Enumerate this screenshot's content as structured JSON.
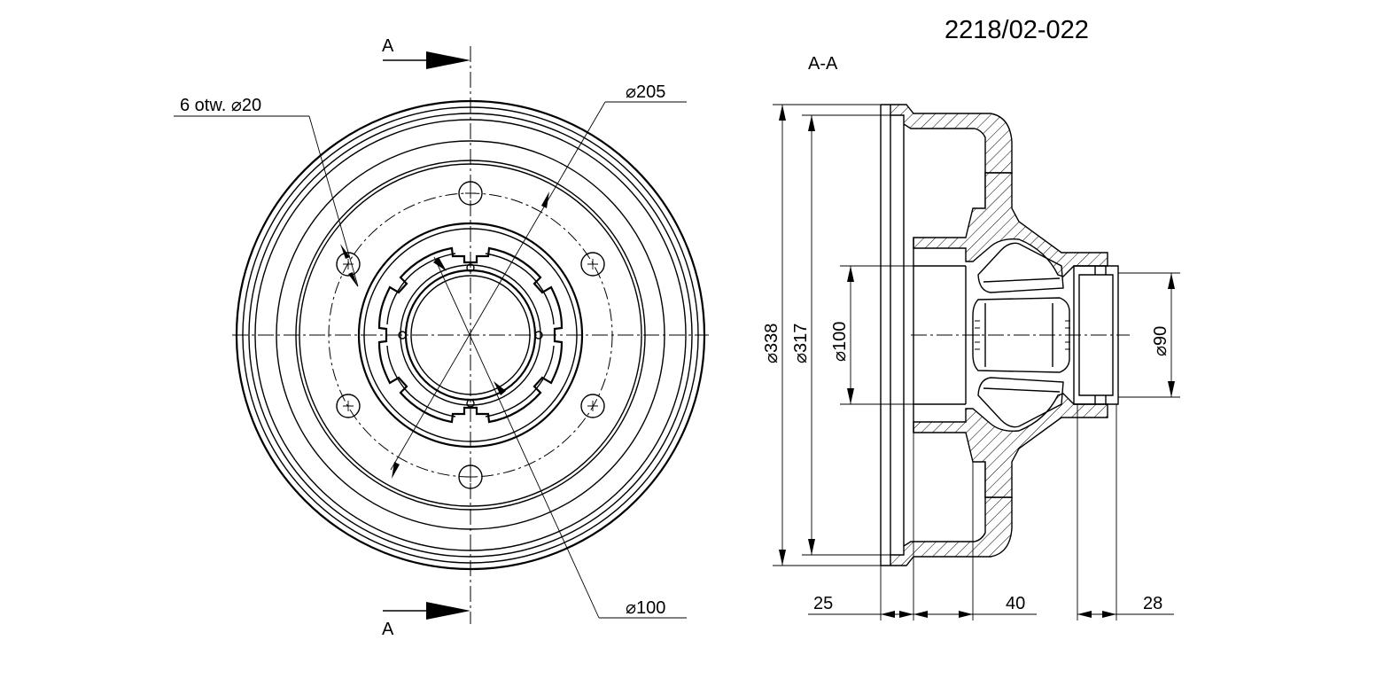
{
  "drawing": {
    "part_number": "2218/02-022",
    "section_label": "A-A",
    "section_marker_top": "A",
    "section_marker_bottom": "A",
    "front_view": {
      "holes_note": "6 otw. ⌀20",
      "bolt_circle": "⌀205",
      "center_bore": "⌀100"
    },
    "side_view": {
      "dia_outer": "⌀338",
      "dia_drum": "⌀317",
      "dia_bore": "⌀100",
      "dia_hub": "⌀90",
      "dim_flange": "25",
      "dim_hub_depth": "40",
      "dim_hub_length": "28"
    }
  }
}
